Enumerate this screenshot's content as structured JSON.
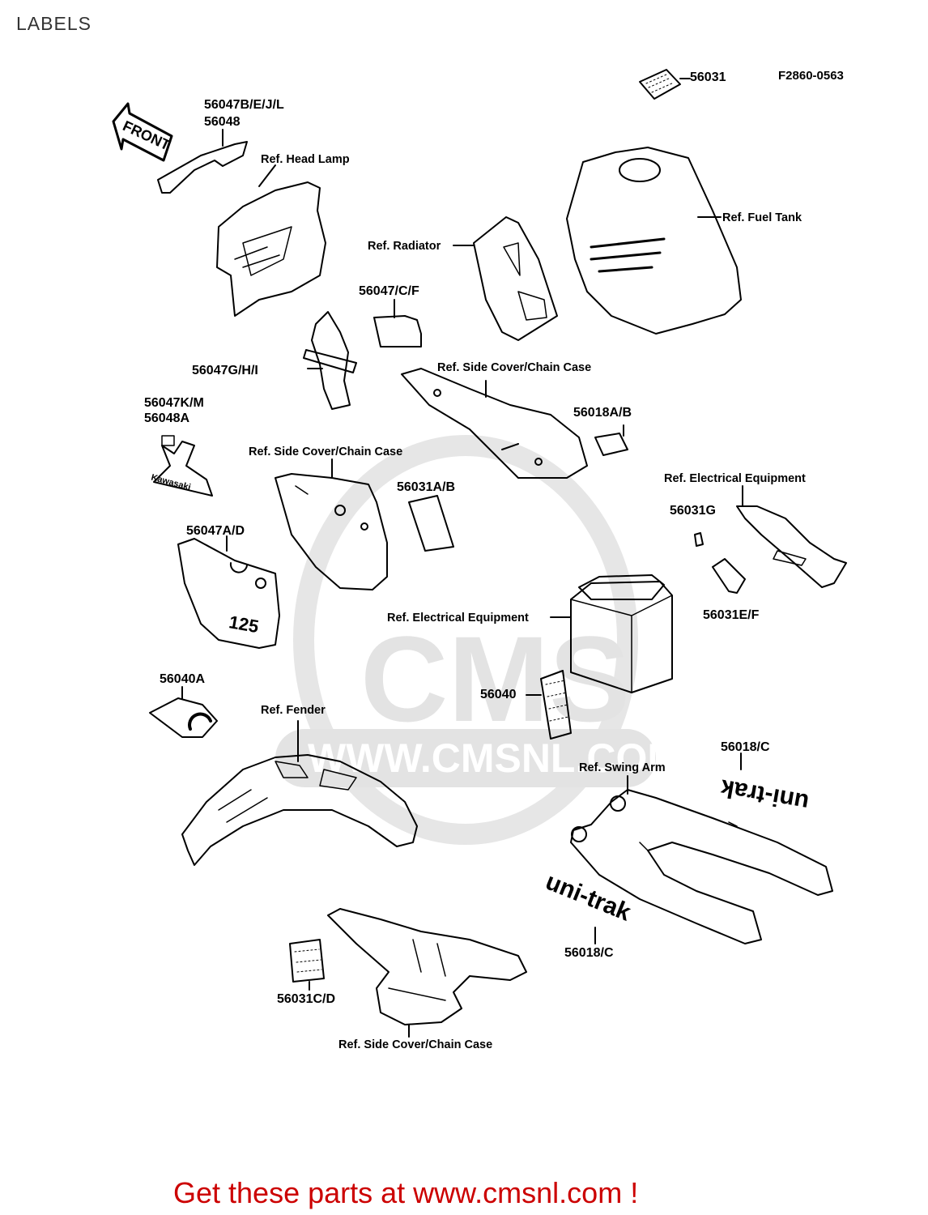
{
  "page_title": "LABELS",
  "diagram_code": "F2860-0563",
  "footer_text": "Get these parts at www.cmsnl.com !",
  "watermark": {
    "brand": "CMS",
    "url": "WWW.CMSNL.COM"
  },
  "part_numbers": {
    "p56031": "56031",
    "p56047bejl": "56047B/E/J/L",
    "p56048": "56048",
    "p56047cf": "56047/C/F",
    "p56047ghi": "56047G/H/I",
    "p56047km": "56047K/M",
    "p56048a": "56048A",
    "p56018ab": "56018A/B",
    "p56031ab": "56031A/B",
    "p56031g": "56031G",
    "p56047ad": "56047A/D",
    "p56031ef": "56031E/F",
    "p56040a": "56040A",
    "p56040": "56040",
    "p56018c_top": "56018/C",
    "p56018c_bottom": "56018/C",
    "p56031cd": "56031C/D"
  },
  "references": {
    "head_lamp": "Ref. Head Lamp",
    "fuel_tank": "Ref. Fuel Tank",
    "radiator": "Ref. Radiator",
    "side_cover_top": "Ref. Side Cover/Chain Case",
    "side_cover_mid": "Ref. Side Cover/Chain Case",
    "side_cover_bottom": "Ref. Side Cover/Chain Case",
    "electrical_top": "Ref. Electrical Equipment",
    "electrical_battery": "Ref. Electrical Equipment",
    "fender": "Ref. Fender",
    "swing_arm": "Ref. Swing Arm"
  },
  "decal_text": {
    "front": "FRONT",
    "kawasaki": "Kawasaki",
    "number": "125",
    "unitrak": "uni-trak"
  },
  "colors": {
    "footer": "#cc0000",
    "line": "#000000",
    "watermark": "#e3e3e3"
  }
}
